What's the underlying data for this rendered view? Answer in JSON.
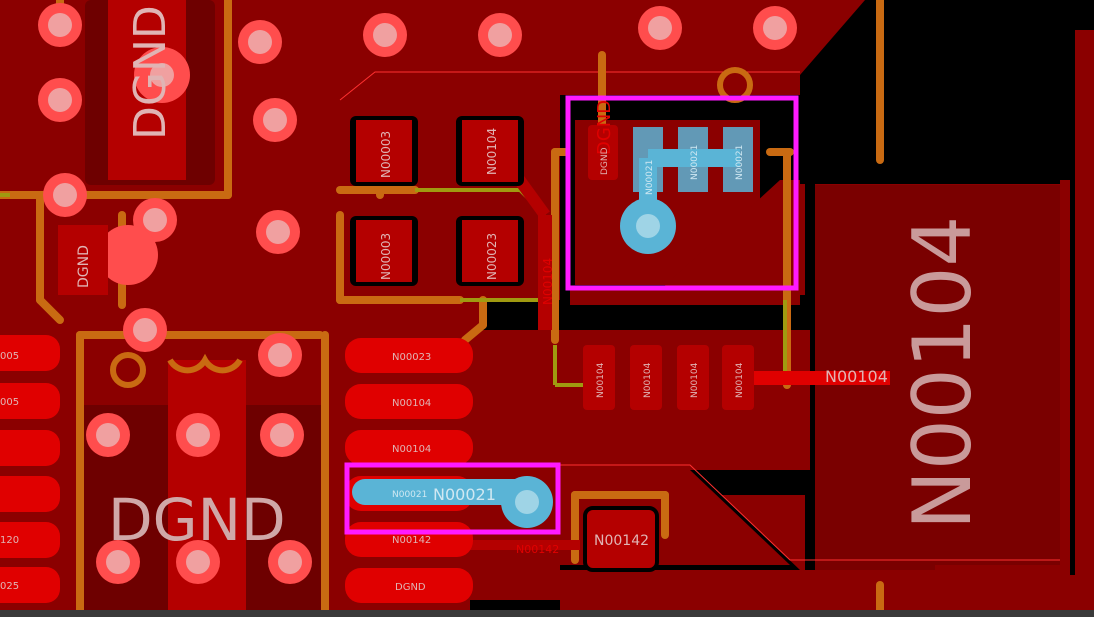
{
  "colors": {
    "background": "#000000",
    "copper_pour": "#8b0000",
    "pad": "#e00000",
    "pad_dark": "#b40000",
    "via": "#ff5a5a",
    "via_hole": "#f0a0a0",
    "track": "#c96a12",
    "track_olive": "#a09a10",
    "keepout_dark": "#6e0000",
    "selection": "#ff1aff",
    "highlight": "#5ab4d6",
    "silk": "#d9a0a0"
  },
  "labels": {
    "dgnd_top": "DGND",
    "dgnd_small_left": "DGND",
    "dgnd_bottom": "DGND",
    "dgnd_vertical_mid": "DGND",
    "dgnd_pad_small": "DGND",
    "dgnd_row_bottom": "DGND",
    "n00104_large": "N00104",
    "n00104_track": "N00104",
    "n00003_a": "N00003",
    "n00003_b": "N00003",
    "n00104_pad_top": "N00104",
    "n00023_pad": "N00023",
    "n00104_vert_mid": "N00104",
    "n00021_a": "N00021",
    "n00021_b": "N00021",
    "n00021_c": "N00021",
    "n00104_row_1": "N00104",
    "n00104_row_2": "N00104",
    "n00104_row_3": "N00104",
    "n00104_row_4": "N00104",
    "pad_row_n00023": "N00023",
    "pad_row_n00104_a": "N00104",
    "pad_row_n00104_b": "N00104",
    "pad_row_n00021": "N00021",
    "n00021_highlight": "N00021",
    "pad_row_n00142": "N00142",
    "n00142_track": "N00142",
    "n00142_pad": "N00142",
    "left_005_a": "005",
    "left_005_b": "005",
    "left_120": "120",
    "left_025": "025"
  }
}
